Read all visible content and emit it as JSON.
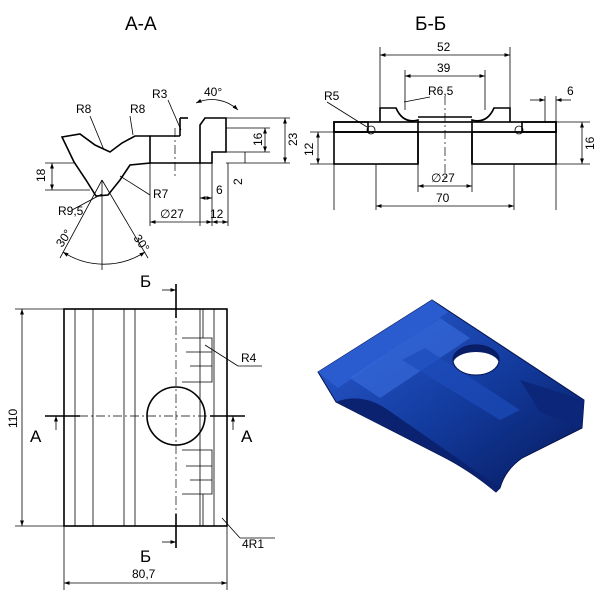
{
  "titles": {
    "section_aa": "А-А",
    "section_bb": "Б-Б"
  },
  "aa_dims": {
    "r8_left": "R8",
    "r8_right": "R8",
    "r3": "R3",
    "angle40": "40°",
    "d23": "23",
    "d16": "16",
    "d2": "2",
    "d6": "6",
    "d12": "12",
    "d18": "18",
    "r9_5": "R9,5",
    "r7": "R7",
    "dia27": "∅27",
    "angle30_left": "30°",
    "angle30_right": "30°"
  },
  "bb_dims": {
    "d52": "52",
    "d39": "39",
    "r5": "R5",
    "r6_5": "R6,5",
    "d6": "6",
    "d12": "12",
    "d16": "16",
    "dia27": "∅27",
    "d70": "70"
  },
  "plan_dims": {
    "cut_b_top": "Б",
    "cut_b_bottom": "Б",
    "cut_a_left": "А",
    "cut_a_right": "А",
    "r4": "R4",
    "r1": "4R1",
    "d110": "110",
    "d80_7": "80,7"
  },
  "colors": {
    "model_fill": "#123a9c",
    "model_dark": "#07185a",
    "model_light": "#3b6ee0"
  }
}
